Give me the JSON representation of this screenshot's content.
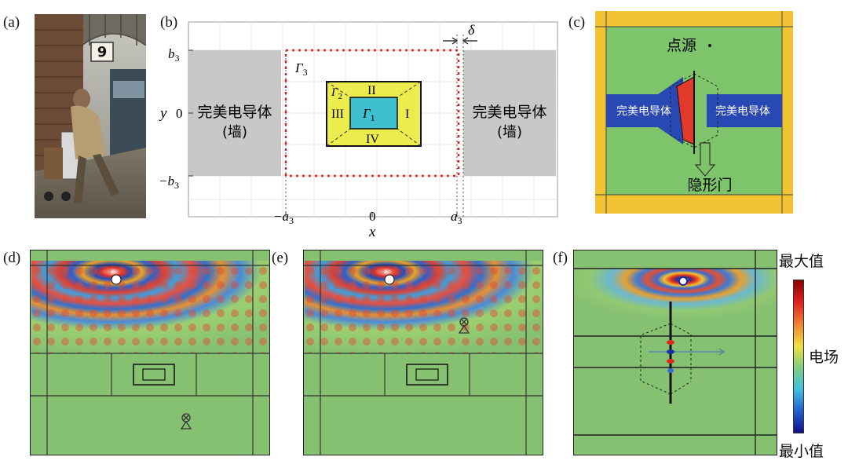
{
  "labels": {
    "a": "(a)",
    "b": "(b)",
    "c": "(c)",
    "d": "(d)",
    "e": "(e)",
    "f": "(f)"
  },
  "photo": {
    "platform_sign": "9"
  },
  "panel_b": {
    "wall_left_line1": "完美电导体",
    "wall_left_line2": "(墙)",
    "wall_right_line1": "完美电导体",
    "wall_right_line2": "(墙)",
    "gamma3": "Γ",
    "gamma3_sub": "3",
    "gamma2": "Γ",
    "gamma2_sub": "2",
    "gamma1": "Γ",
    "gamma1_sub": "1",
    "region_I": "I",
    "region_II": "II",
    "region_III": "III",
    "region_IV": "IV",
    "delta": "δ",
    "y_axis": "y",
    "x_axis": "x",
    "tick_b3": "b",
    "tick_b3_sub": "3",
    "tick_zero_y": "0",
    "tick_neg_b3": "−b",
    "tick_neg_b3_sub": "3",
    "tick_neg_a3": "−a",
    "tick_neg_a3_sub": "3",
    "tick_zero_x": "0",
    "tick_a3": "a",
    "tick_a3_sub": "3"
  },
  "panel_c": {
    "point_source": "点源",
    "conductor_left": "完美电导体",
    "conductor_right": "完美电导体",
    "invisible_door": "隐形门"
  },
  "panel_f": {
    "max_label": "最大值",
    "min_label": "最小值",
    "field_label": "电场"
  },
  "colors": {
    "wall_gray": "#c8c8c8",
    "cloak_yellow": "#ecec4e",
    "core_cyan": "#3fbfcf",
    "boundary_red": "#e02020",
    "panel_c_green": "#7dc46a",
    "panel_c_frame": "#f1c232",
    "conductor_blue": "#2848b4",
    "field_green": "#86c172"
  }
}
